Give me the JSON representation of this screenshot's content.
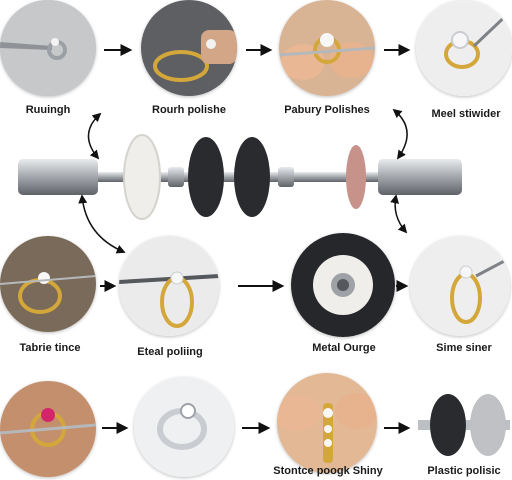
{
  "steps": {
    "row1": [
      "Ruuingh",
      "Rourh polishe",
      "Pabury Polishes",
      "Meel stiwider"
    ],
    "row2": [
      "Tabrie tince",
      "Eteal poliing",
      "Metal Ourge",
      "Sime siner"
    ],
    "row3": [
      "Stontce poogk Shiny",
      "Plastic polisic"
    ]
  },
  "icons": [
    "ring-icon",
    "gemstone-icon",
    "polishing-wheel-icon",
    "tweezers-icon",
    "felt-wheel-icon"
  ],
  "colors": {
    "gold": "#d4a73a",
    "silver": "#c9ccd1",
    "felt": "#efeeea",
    "rubber": "#2a2b2e",
    "pink_wheel": "#c7928a",
    "grey_wheel": "#bfc1c4",
    "skin": "#e9b794",
    "arrow": "#111111"
  }
}
